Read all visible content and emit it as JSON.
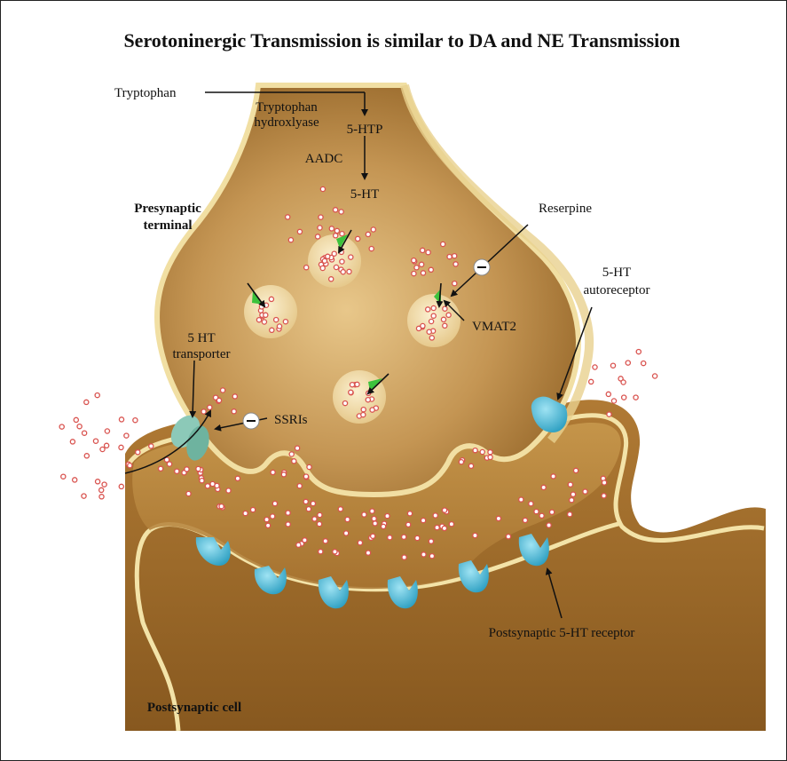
{
  "title": "Serotoninergic Transmission is similar to DA and NE Transmission",
  "labels": {
    "tryptophan": "Tryptophan",
    "tryptophan_hydroxylase_1": "Tryptophan",
    "tryptophan_hydroxylase_2": "hydroxlyase",
    "five_htp": "5-HTP",
    "aadc": "AADC",
    "five_ht": "5-HT",
    "presynaptic_1": "Presynaptic",
    "presynaptic_2": "terminal",
    "reserpine": "Reserpine",
    "autoreceptor_1": "5-HT",
    "autoreceptor_2": "autoreceptor",
    "vmat2": "VMAT2",
    "transporter_1": "5 HT",
    "transporter_2": "transporter",
    "ssris": "SSRIs",
    "postsynaptic_receptor": "Postsynaptic 5-HT receptor",
    "postsynaptic_cell": "Postsynaptic cell"
  },
  "colors": {
    "membrane_dark": "#8a5a1c",
    "membrane_light": "#f3e3a8",
    "cytoplasm": "#b98a4a",
    "vesicle": "#f1dcae",
    "serotonin_ring": "#d9534f",
    "receptor": "#4db8d6",
    "transporter": "#8cc9b8",
    "vmat2": "#3cc23c",
    "inhibitor_symbol": "#ffffff"
  },
  "icons": {
    "inhibition": "minus-circle-icon",
    "transport": "green-arrow-icon"
  }
}
